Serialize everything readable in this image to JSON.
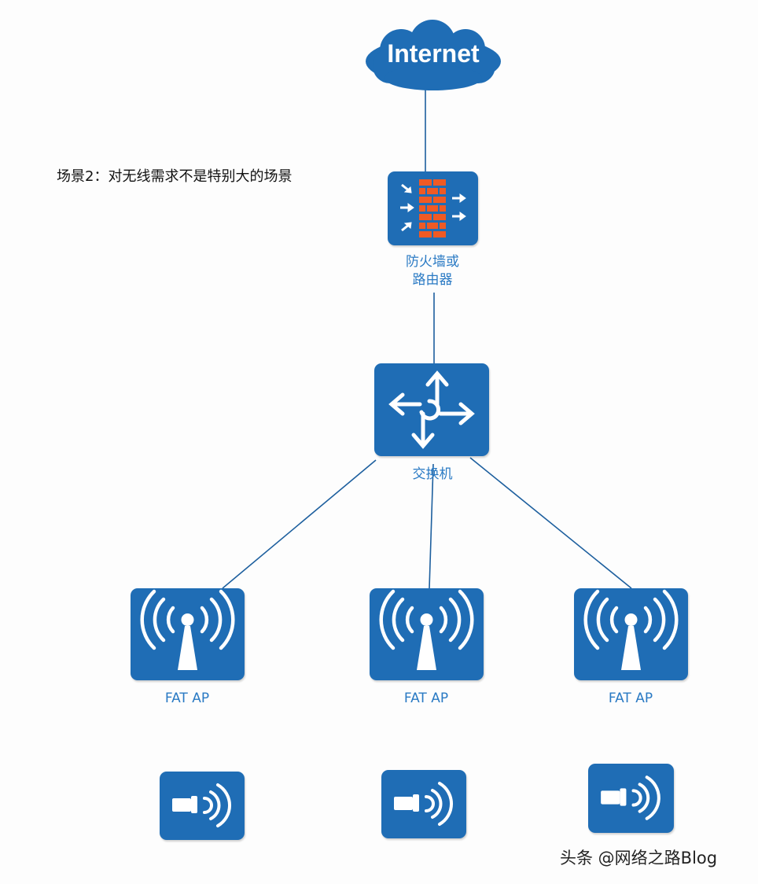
{
  "scenario_text": "场景2：对无线需求不是特别大的场景",
  "internet_label": "Internet",
  "firewall_label_line1": "防火墙或",
  "firewall_label_line2": "路由器",
  "switch_label": "交换机",
  "access_points": [
    {
      "label": "FAT AP"
    },
    {
      "label": "FAT AP"
    },
    {
      "label": "FAT AP"
    }
  ],
  "watermark": "头条 @网络之路Blog",
  "colors": {
    "device_fill": "#1f6db5",
    "link_line": "#1d5f9e",
    "firewall_brick": "#ef5a24",
    "label_text": "#2a7ac4"
  },
  "icons": [
    "cloud-icon",
    "firewall-icon",
    "switch-icon",
    "access-point-icon",
    "client-device-icon"
  ]
}
